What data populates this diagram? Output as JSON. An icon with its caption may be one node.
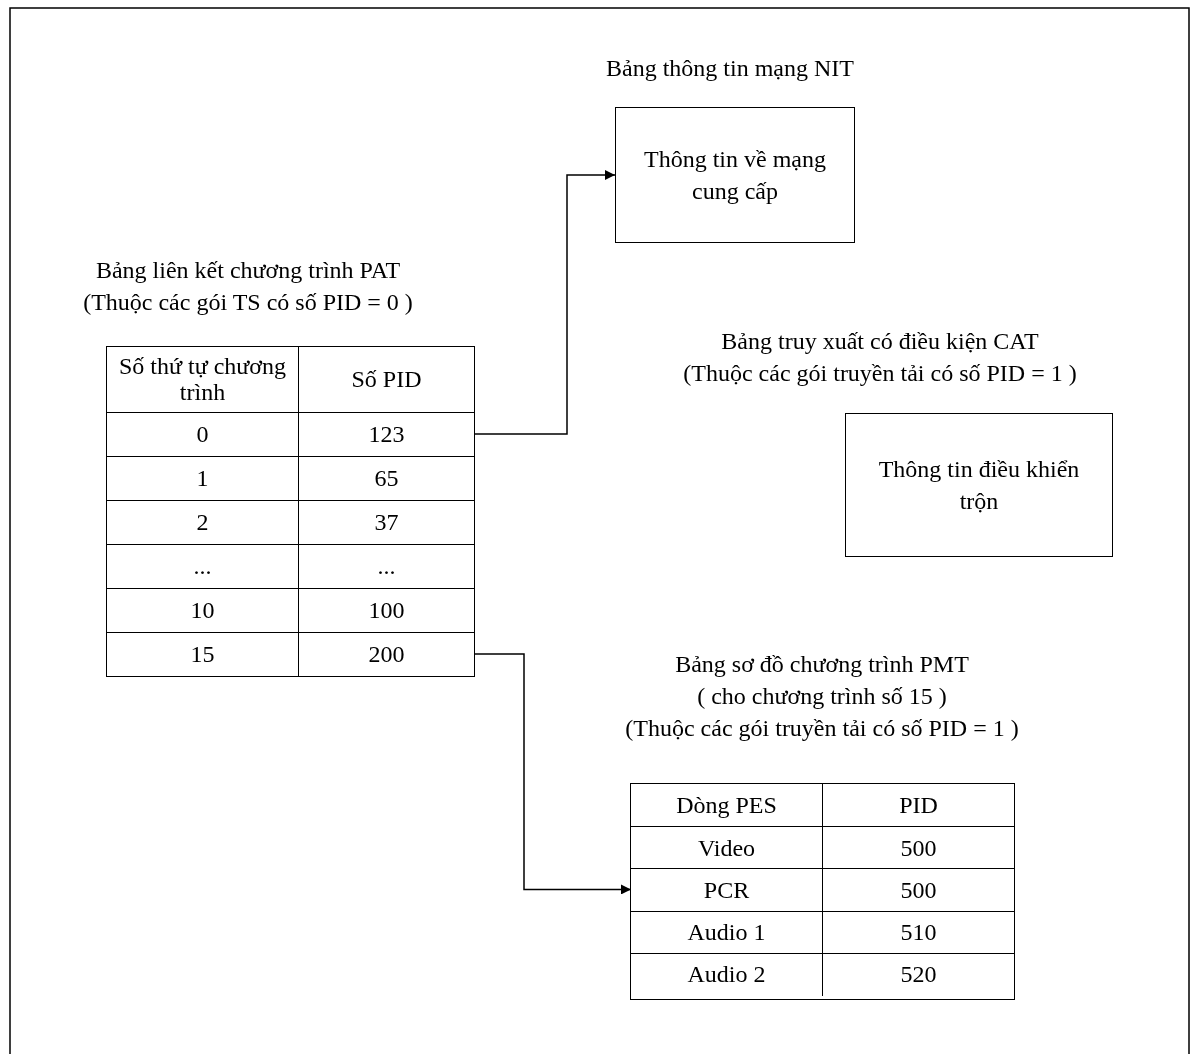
{
  "diagram": {
    "nodes": [
      {
        "text": [
          "Bảng thông tin mạng NIT",
          "Thông tin về mạng cung cấp"
        ]
      },
      {
        "text": [
          "Bảng liên kết chương trình PAT",
          "(Thuộc các gói TS có số PID = 0 )"
        ]
      },
      {
        "text": [
          "Số thứ tự chương trình",
          "Số PID"
        ],
        "in": 1
      },
      {
        "text": [
          "0",
          "123"
        ],
        "in": 1
      },
      {
        "text": [
          "1",
          "65"
        ],
        "in": 1
      },
      {
        "text": [
          "2",
          "37"
        ],
        "in": 1
      },
      {
        "text": [
          "...",
          "..."
        ],
        "in": 1
      },
      {
        "text": [
          "10",
          "100"
        ],
        "in": 1
      },
      {
        "text": [
          "15",
          "200"
        ],
        "in": 1
      },
      {
        "text": [
          "Bảng truy xuất có điều kiện CAT",
          "(Thuộc các gói truyền tải có số PID = 1 )",
          "Thông tin điều khiển trộn"
        ]
      },
      {
        "text": [
          "Bảng sơ đồ chương trình PMT",
          "( cho chương trình số 15 )",
          "(Thuộc các gói truyền tải có số PID = 1 )"
        ]
      },
      {
        "text": [
          "Dòng PES",
          "PID"
        ],
        "in": 10
      },
      {
        "text": [
          "Video",
          "500"
        ],
        "in": 10
      },
      {
        "text": [
          "PCR",
          "500"
        ],
        "in": 10
      },
      {
        "text": [
          "Audio 1",
          "510"
        ],
        "in": 10
      },
      {
        "text": [
          "Audio 2",
          "520"
        ],
        "in": 10
      }
    ],
    "edges": [
      {
        "from": 3,
        "to": 0,
        "arrow": "to"
      },
      {
        "from": 8,
        "to": 13,
        "arrow": "to"
      }
    ]
  }
}
